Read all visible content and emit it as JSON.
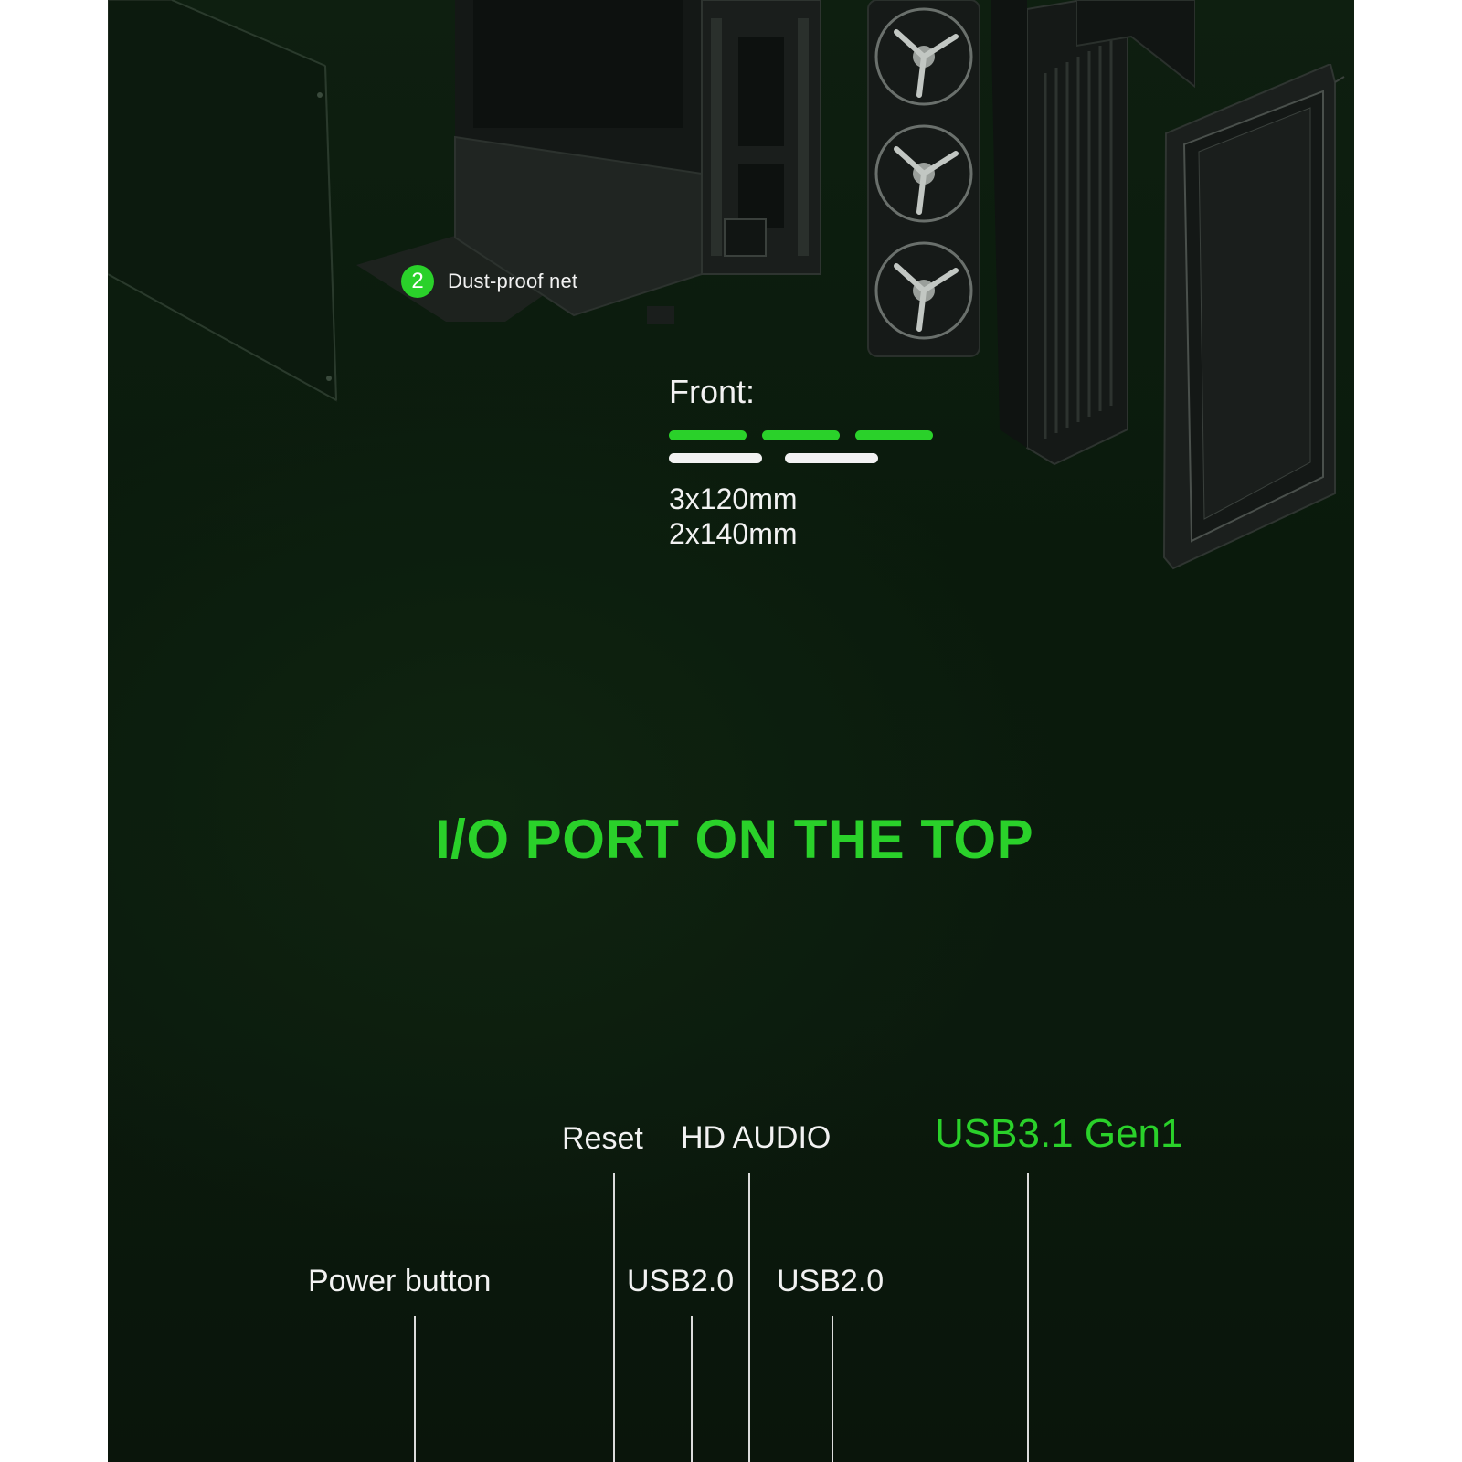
{
  "colors": {
    "accent": "#2ad12a",
    "background": "#0b1a0d",
    "text": "#f2f2f2"
  },
  "callout": {
    "number": "2",
    "label": "Dust-proof net"
  },
  "front": {
    "title": "Front:",
    "fan_sizes": [
      "3x120mm",
      "2x140mm"
    ],
    "legend_bars": {
      "green_count": 3,
      "white_count": 2
    }
  },
  "heading": "I/O PORT ON THE TOP",
  "io_ports": {
    "reset": "Reset",
    "hd_audio": "HD AUDIO",
    "usb31": "USB3.1 Gen1",
    "power": "Power button",
    "usb20_left": "USB2.0",
    "usb20_right": "USB2.0"
  },
  "icons": [
    "side-panel-illustration",
    "chassis-illustration",
    "fan-icon",
    "radiator-illustration",
    "front-panel-illustration"
  ]
}
